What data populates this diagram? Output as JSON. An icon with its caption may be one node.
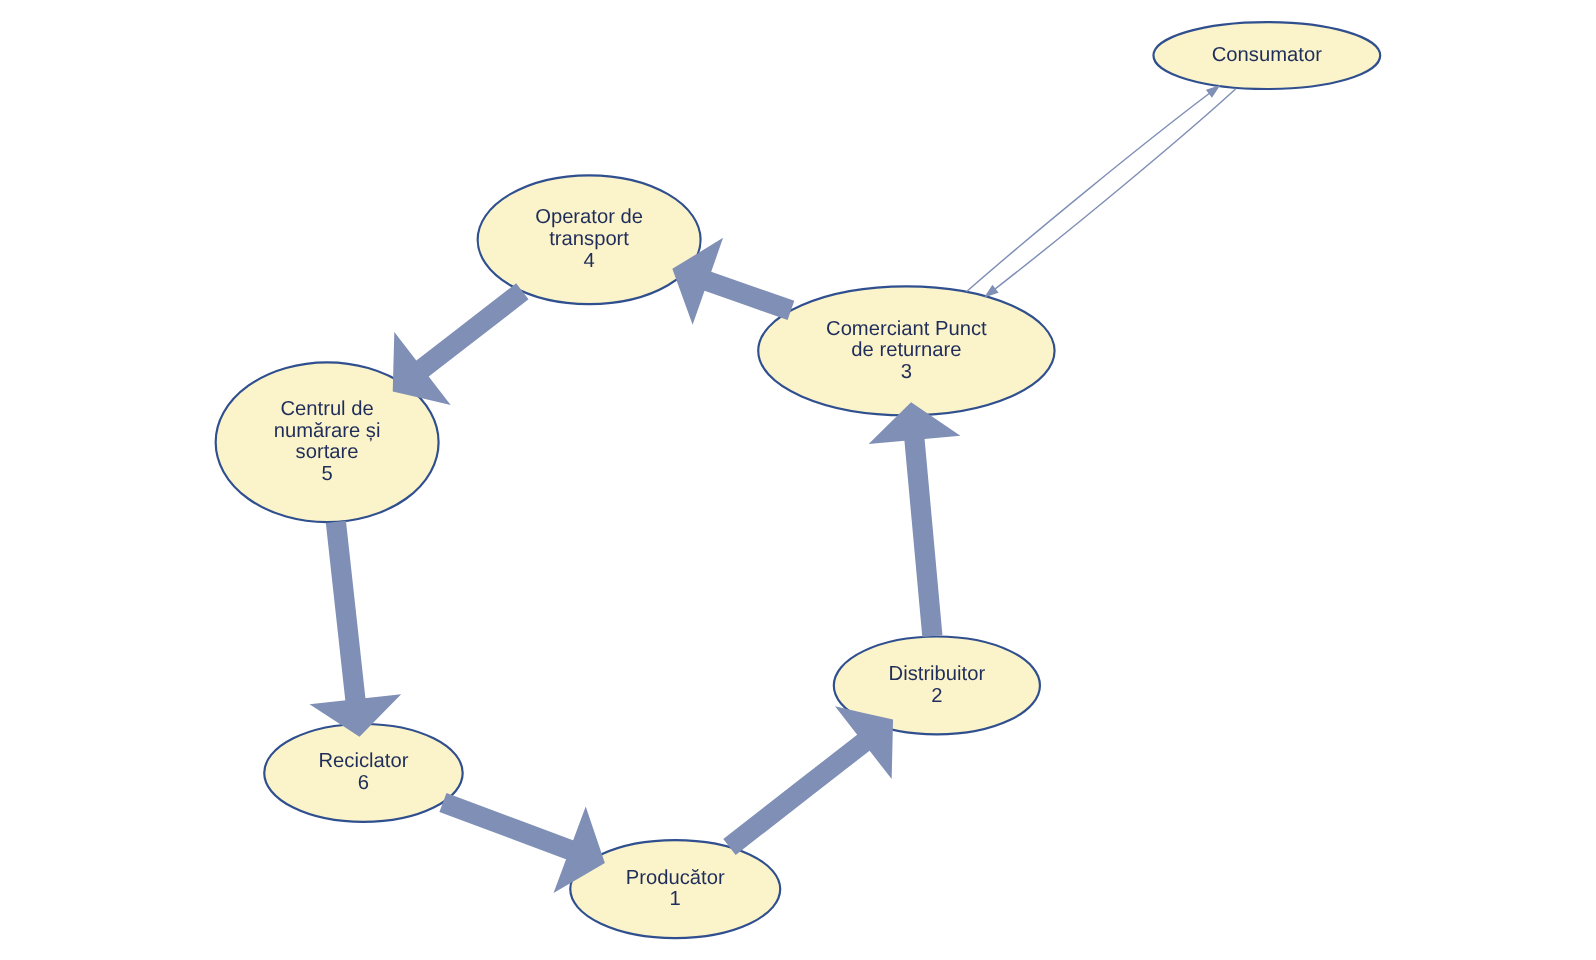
{
  "diagram": {
    "nodes": [
      {
        "text": [
          "Producător",
          "1"
        ]
      },
      {
        "text": [
          "Distribuitor",
          "2"
        ]
      },
      {
        "text": [
          "Comerciant Punct de returnare",
          "3"
        ]
      },
      {
        "text": [
          "Consumator"
        ]
      },
      {
        "text": [
          "Operator de transport",
          "4"
        ]
      },
      {
        "text": [
          "Centrul de numărare și sortare",
          "5"
        ]
      },
      {
        "text": [
          "Reciclator",
          "6"
        ]
      }
    ],
    "edges": [
      {
        "from": 0,
        "to": 1,
        "arrow": "to"
      },
      {
        "from": 1,
        "to": 2,
        "arrow": "to"
      },
      {
        "from": 2,
        "to": 3,
        "arrow": "to"
      },
      {
        "from": 3,
        "to": 2,
        "arrow": "to"
      },
      {
        "from": 2,
        "to": 4,
        "arrow": "to"
      },
      {
        "from": 4,
        "to": 5,
        "arrow": "to"
      },
      {
        "from": 5,
        "to": 6,
        "arrow": "to"
      },
      {
        "from": 6,
        "to": 0,
        "arrow": "to"
      }
    ]
  }
}
